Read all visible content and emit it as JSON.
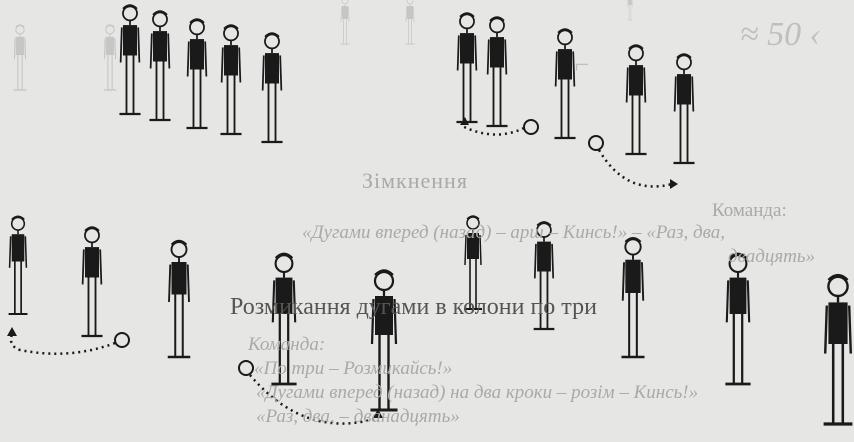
{
  "page": {
    "heading": "Зімкнення",
    "command_label": "Команда:",
    "command_line1": "«Дугами вперед (назад) – арш – Кинсь!» – «Раз, два,",
    "command_line2": "двадцять»",
    "section_heading": "Розмикання дугами в колони по три",
    "command2_label": "Команда:",
    "command2_line1": "«По три – Розмикайсь!»",
    "command2_line2": "«Дугами вперед (назад) на два кроки – розім – Кинсь!»",
    "command2_line3": "«Раз, два, – дванадцять»"
  },
  "colors": {
    "paper": "#e6e6e4",
    "ink": "#1a1a1a",
    "bleed": "#bfbfbd"
  }
}
